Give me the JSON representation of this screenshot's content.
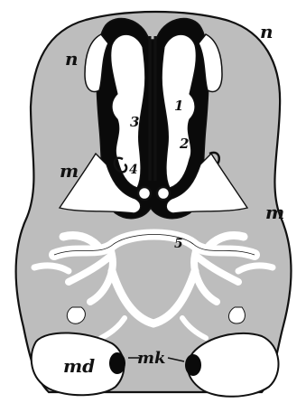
{
  "figure": {
    "colors": {
      "background": "#ffffff",
      "tissue": "#bdbdbd",
      "outline": "#111111",
      "bone": "#ffffff",
      "cavity": "#0a0a0a"
    },
    "labels": {
      "n_left": "n",
      "n_right": "n",
      "turbinal_1": "1",
      "turbinal_2": "2",
      "turbinal_3": "3",
      "turbinal_4": "4",
      "turbinal_5": "5",
      "m_left": "m",
      "m_right": "m",
      "md": "md",
      "mk": "mk"
    }
  }
}
